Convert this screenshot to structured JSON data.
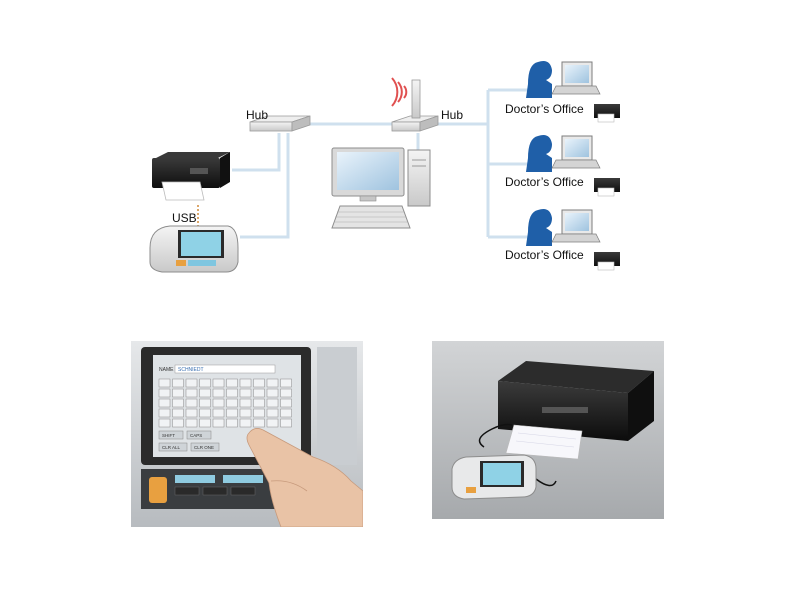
{
  "diagram": {
    "hub_left_label": "Hub",
    "hub_right_label": "Hub",
    "usb_label": "USB",
    "offices": [
      {
        "label": "Doctor’s Office"
      },
      {
        "label": "Doctor’s Office"
      },
      {
        "label": "Doctor’s Office"
      }
    ]
  },
  "photo_left": {
    "name_field_label": "NAME",
    "name_field_value": "SCHNIEDT",
    "key_shift": "SHIFT",
    "key_caps": "CAPS",
    "key_clr_all": "CLR ALL",
    "key_clr_one": "CLR ONE"
  },
  "colors": {
    "network_line": "#cfe0ee",
    "person_blue": "#1f5fa8",
    "printer_black": "#1c1c1c",
    "device_screen": "#8fd2e6"
  }
}
